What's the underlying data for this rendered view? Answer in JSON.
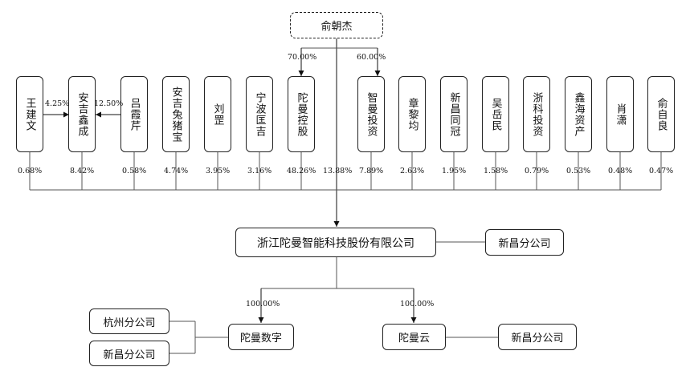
{
  "top_controller": "俞朝杰",
  "control_percents": {
    "pct_toman": "70.00%",
    "pct_zhiman": "60.00%"
  },
  "shareholders": [
    {
      "name": "王建文",
      "pct": "0.68%"
    },
    {
      "name": "安吉鑫成",
      "pct": "8.42%"
    },
    {
      "name": "吕霞芹",
      "pct": "0.58%"
    },
    {
      "name": "安吉兔猪宝",
      "pct": "4.74%"
    },
    {
      "name": "刘罡",
      "pct": "3.95%"
    },
    {
      "name": "宁波匡吉",
      "pct": "3.16%"
    },
    {
      "name": "陀曼控股",
      "pct": "48.26%"
    },
    {
      "name": "智曼投资",
      "pct": "7.89%"
    },
    {
      "name": "章黎均",
      "pct": "2.63%"
    },
    {
      "name": "新昌同冠",
      "pct": "1.95%"
    },
    {
      "name": "吴岳民",
      "pct": "1.58%"
    },
    {
      "name": "浙科投资",
      "pct": "0.79%"
    },
    {
      "name": "鑫海资产",
      "pct": "0.53%"
    },
    {
      "name": "肖潇",
      "pct": "0.48%"
    },
    {
      "name": "俞自良",
      "pct": "0.47%"
    }
  ],
  "direct_holding_pct": "13.88%",
  "links": {
    "wang_to_anji": "4.25%",
    "lv_to_anji": "12.50%"
  },
  "company": "浙江陀曼智能科技股份有限公司",
  "company_branch": "新昌分公司",
  "subsidiaries": {
    "shuzi": {
      "name": "陀曼数字",
      "pct": "100.00%",
      "branches": [
        "杭州分公司",
        "新昌分公司"
      ]
    },
    "yun": {
      "name": "陀曼云",
      "pct": "100.00%",
      "branch": "新昌分公司"
    }
  }
}
